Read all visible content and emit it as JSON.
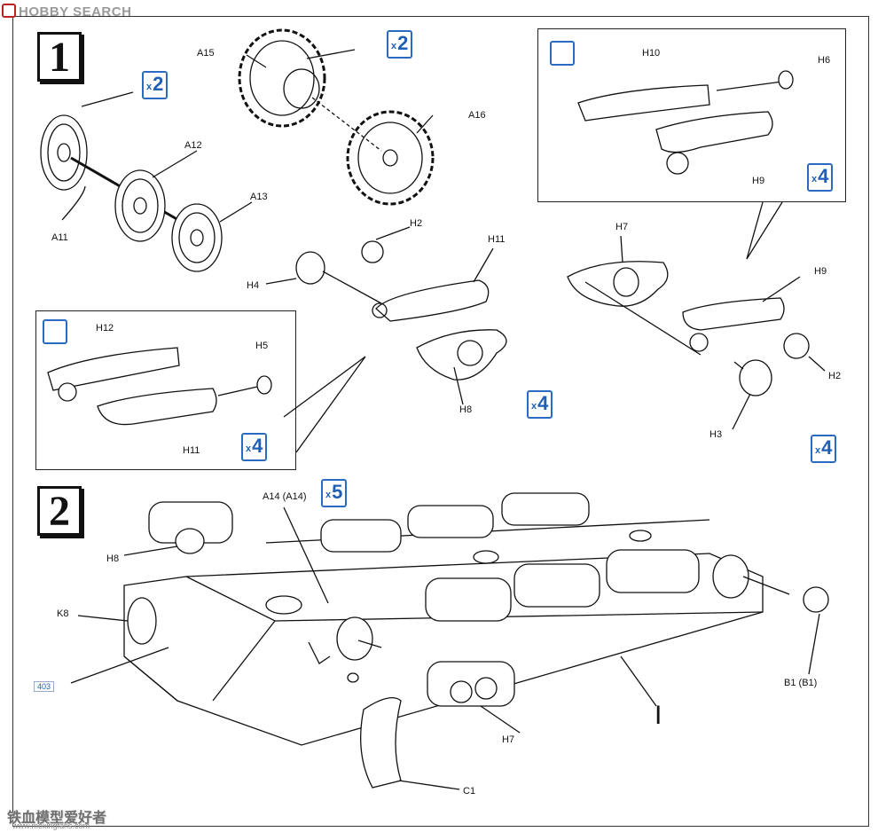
{
  "logo": {
    "text": "HOBBY SEARCH"
  },
  "watermark": {
    "text": "铁血模型爱好者",
    "url": "www.moxingfans.com"
  },
  "page_number": "403",
  "steps": [
    {
      "number": "1"
    },
    {
      "number": "2"
    }
  ],
  "multipliers": {
    "idler_wheels": "2",
    "sprockets": "2",
    "detail_right": "4",
    "h8_arm": "4",
    "detail_left": "4",
    "h3_arm": "4",
    "return_rollers": "5"
  },
  "multiplier_prefix": "x",
  "step1_labels": {
    "a11": "A11",
    "a12": "A12",
    "a13": "A13",
    "a15": "A15",
    "a16": "A16",
    "h2_left": "H2",
    "h4": "H4",
    "h11": "H11",
    "h8": "H8",
    "h7": "H7",
    "h9": "H9",
    "h2_right": "H2",
    "h3": "H3"
  },
  "detail_right_labels": {
    "h10": "H10",
    "h6": "H6",
    "h9": "H9"
  },
  "detail_left_labels": {
    "h12": "H12",
    "h5": "H5",
    "h11": "H11"
  },
  "step2_labels": {
    "a14": "A14",
    "a14_alt": "(A14)",
    "h8": "H8",
    "k8": "K8",
    "h7": "H7",
    "b1": "B1",
    "b1_alt": "(B1)",
    "c1": "C1",
    "marker": "I"
  }
}
